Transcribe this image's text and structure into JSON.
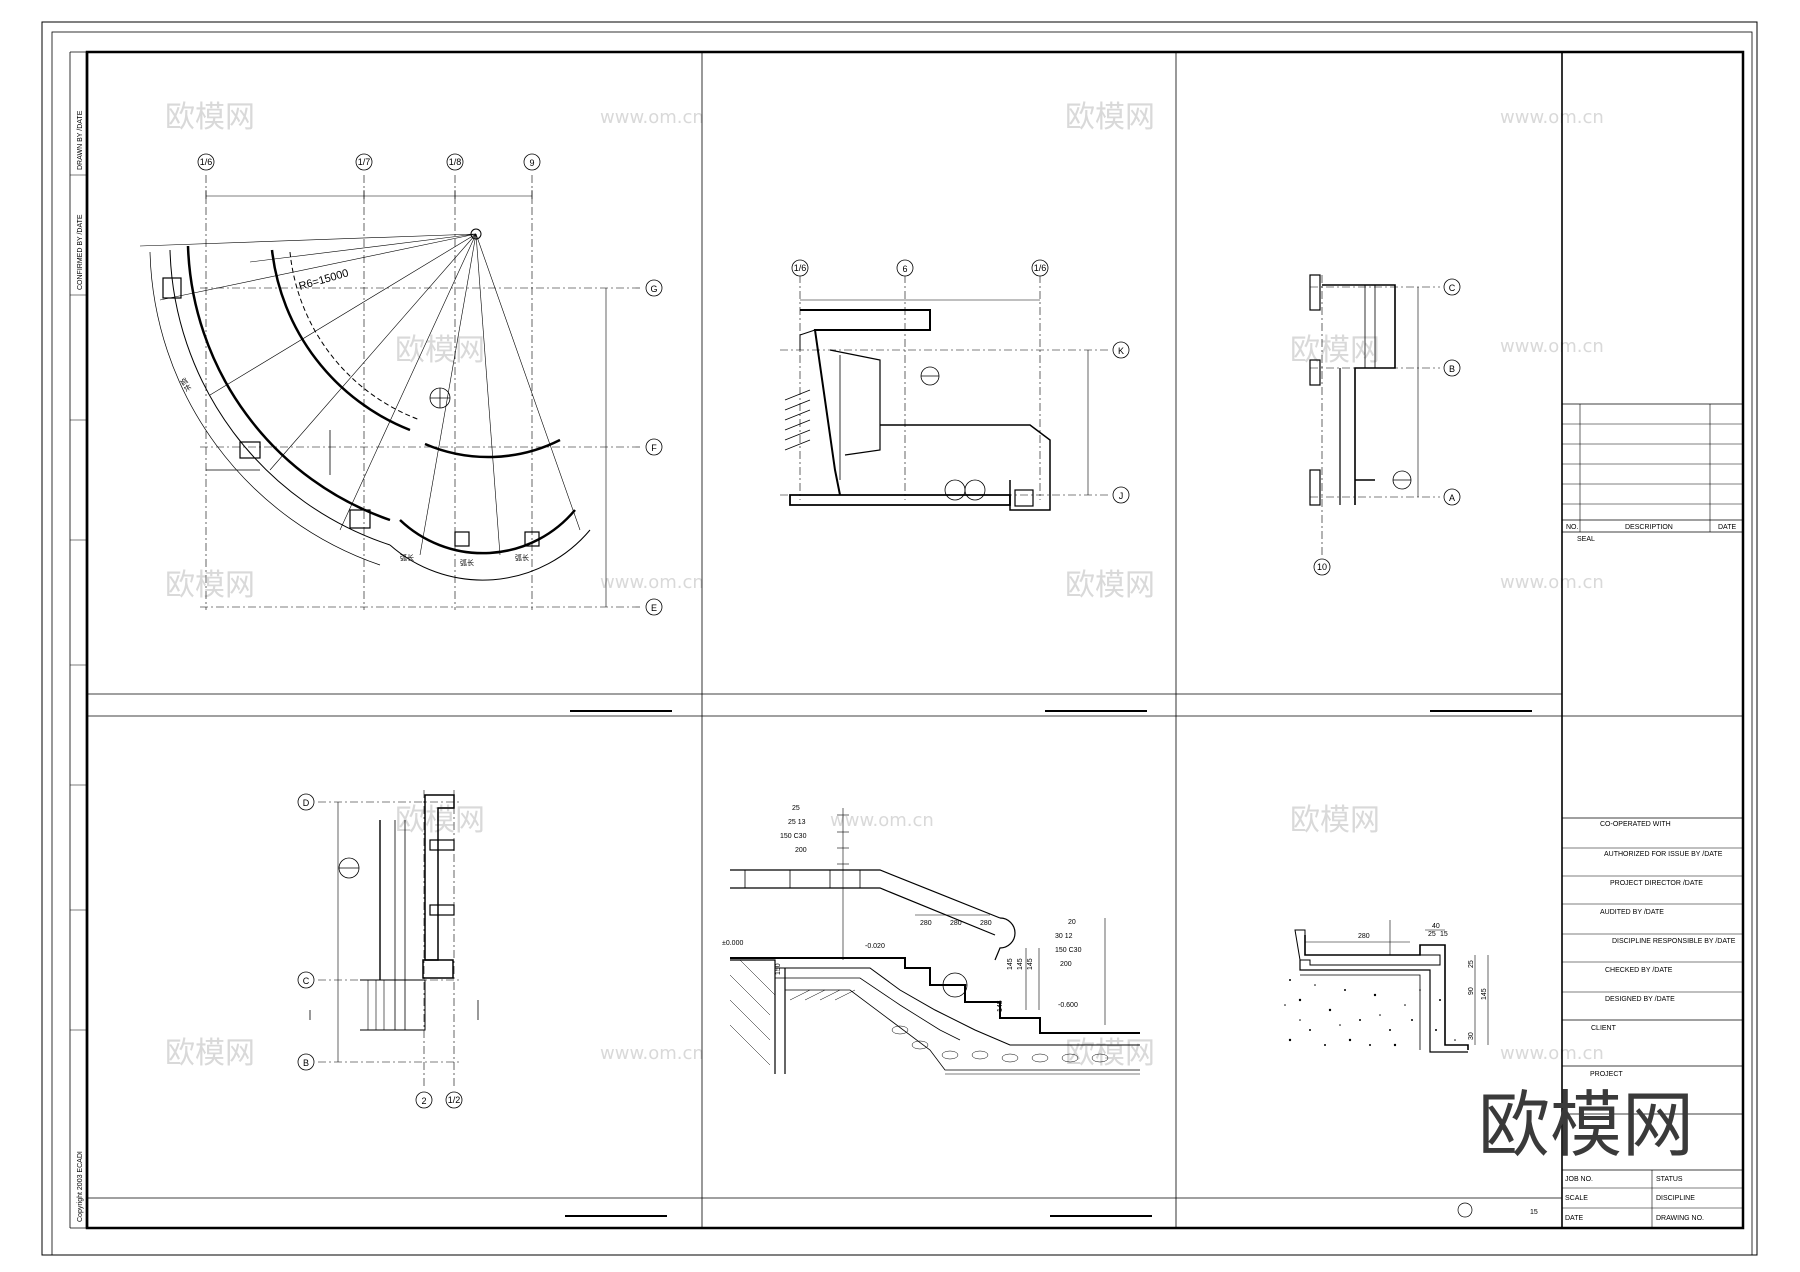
{
  "watermark": {
    "cn": "欧模网",
    "url": "www.om.cn",
    "big": "欧模网"
  },
  "left_strip": {
    "drawn_by": "DRAWN BY /DATE",
    "confirmed_by": "CONFIRMED BY /DATE",
    "copyright": "Copyright 2003 ECADI"
  },
  "plan_view": {
    "axes_top": [
      "1/6",
      "1/7",
      "1/8",
      "9"
    ],
    "axes_right": [
      "G",
      "F",
      "E"
    ],
    "radius_label": "R6=15000",
    "arc_label": "弧长"
  },
  "elev_kj": {
    "axes_top": [
      "1/6",
      "6",
      "1/6"
    ],
    "axes_right": [
      "K",
      "J"
    ]
  },
  "elev_cba": {
    "axes_right": [
      "C",
      "B",
      "A"
    ],
    "axis_bottom": "10"
  },
  "elev_dcb": {
    "axes_left": [
      "D",
      "C",
      "B"
    ],
    "axes_bottom": [
      "2",
      "1/2"
    ]
  },
  "stair_section": {
    "layers_left": [
      "25",
      "25  13",
      "150  C30",
      "200"
    ],
    "layers_right": [
      "20",
      "30  12",
      "150  C30",
      "200"
    ],
    "tread": "280",
    "riser": "145",
    "tread_150": "150",
    "elev_top": "±0.000",
    "elev_mid": "-0.020",
    "elev_low": "-0.600"
  },
  "step_detail": {
    "width": "280",
    "nosing": "40",
    "d1": "25",
    "d2": "15",
    "h1": "25",
    "h2": "90",
    "h3": "30",
    "total": "145"
  },
  "title_block": {
    "rev_no": "NO.",
    "rev_desc": "DESCRIPTION",
    "rev_date": "DATE",
    "seal": "SEAL",
    "rows": [
      "CO-OPERATED WITH",
      "AUTHORIZED FOR ISSUE BY /DATE",
      "PROJECT DIRECTOR /DATE",
      "AUDITED BY /DATE",
      "DISCIPLINE RESPONSIBLE BY /DATE",
      "CHECKED BY /DATE",
      "DESIGNED BY /DATE"
    ],
    "client": "CLIENT",
    "project": "PROJECT",
    "job_no": "JOB NO.",
    "status": "STATUS",
    "scale": "SCALE",
    "discipline": "DISCIPLINE",
    "date": "DATE",
    "drawing_no": "DRAWING NO."
  },
  "sheet_number": "15"
}
